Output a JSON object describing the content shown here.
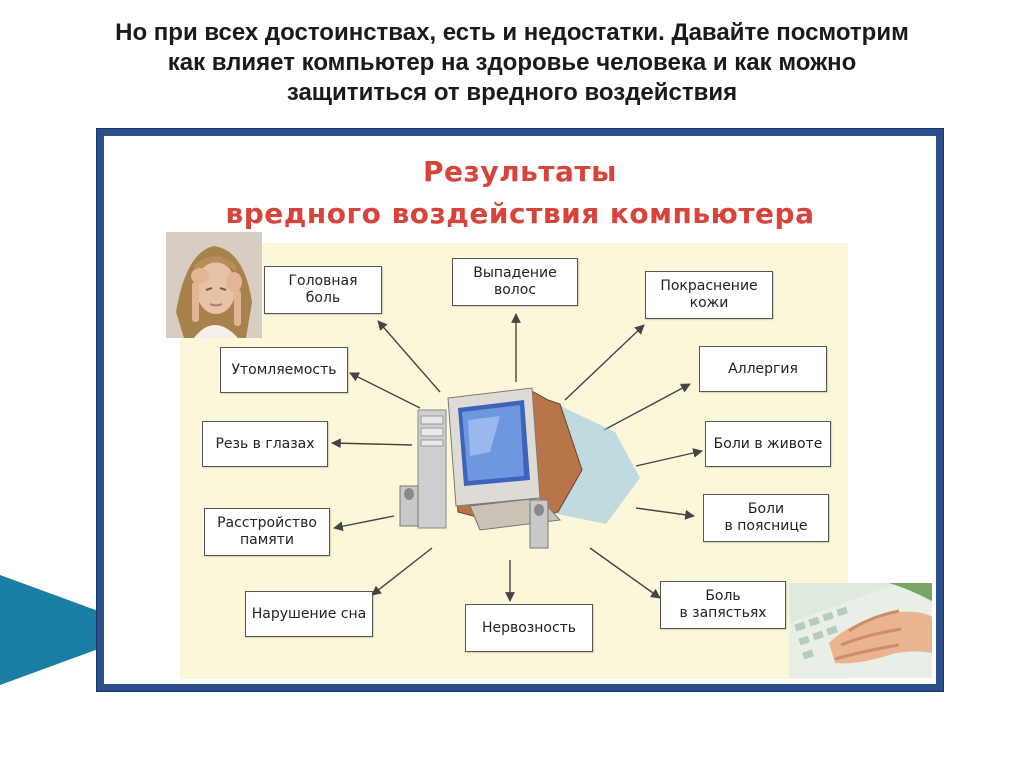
{
  "slide": {
    "heading_line1": "Но при всех достоинствах, есть и недостатки. Давайте посмотрим",
    "heading_line2": "как влияет компьютер на здоровье человека и как можно",
    "heading_line3": "защититься от вредного воздействия"
  },
  "diagram": {
    "title_line1": "Результаты",
    "title_line2": "вредного воздействия компьютера",
    "effects": [
      "Головная\nболь",
      "Выпадение\nволос",
      "Покраснение\nкожи",
      "Утомляемость",
      "Аллергия",
      "Резь в глазах",
      "Боли в животе",
      "Расстройство\nпамяти",
      "Боли\nв пояснице",
      "Нарушение сна",
      "Нервозность",
      "Боль\nв запястьях"
    ]
  },
  "colors": {
    "title": "#d8443c",
    "frame_border": "#2a4f8a",
    "diagram_background": "#fbf7d8",
    "accent": "#1b7ea3"
  }
}
